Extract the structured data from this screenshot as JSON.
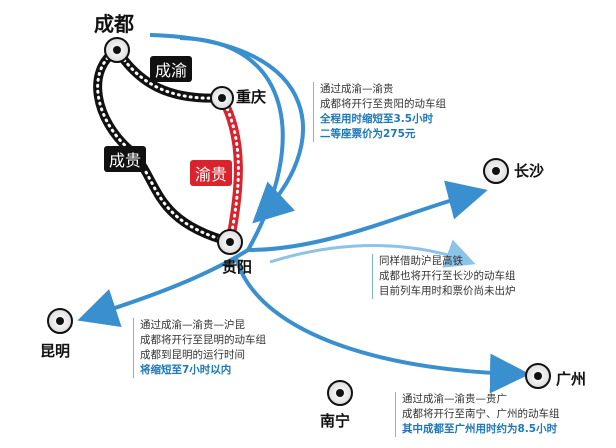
{
  "colors": {
    "rail_dark": "#111111",
    "rail_red": "#d9232d",
    "route_blue": "#3a8fcf",
    "route_light": "#8cc3e8",
    "highlight_text": "#1f78b8"
  },
  "cities": {
    "chengdu": "成都",
    "chongqing": "重庆",
    "guiyang": "贵阳",
    "changsha": "长沙",
    "kunming": "昆明",
    "guangzhou": "广州",
    "nanning": "南宁"
  },
  "lines": {
    "chengyu": "成渝",
    "chenggui": "成贵",
    "yugui": "渝贵"
  },
  "notes": {
    "guiyang_route": {
      "l1": "通过成渝—渝贵",
      "l2": "成都将开行至贵阳的动车组",
      "l3": "全程用时缩短至3.5小时",
      "l4": "二等座票价为275元"
    },
    "changsha_route": {
      "l1": "同样借助沪昆高铁",
      "l2": "成都也将开行至长沙的动车组",
      "l3": "目前列车用时和票价尚未出炉"
    },
    "kunming_route": {
      "l1": "通过成渝—渝贵—沪昆",
      "l2": "成都将开行至昆明的动车组",
      "l3": "成都到昆明的运行时间",
      "l4": "将缩短至7小时以内"
    },
    "guangzhou_route": {
      "l1": "通过成渝—渝贵—贵广",
      "l2": "成都将开行至南宁、广州的动车组",
      "l3": "其中成都至广州用时约为8.5小时"
    }
  }
}
